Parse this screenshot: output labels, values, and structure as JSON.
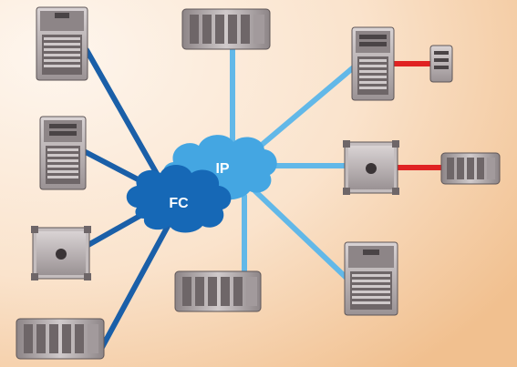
{
  "colors": {
    "background_light": "#fdf0e3",
    "background_warm": "#f2c69b",
    "fc_link": "#1a5fa8",
    "ip_link": "#5ab4e6",
    "direct_link": "#e02222",
    "fc_cloud": "#1769b8",
    "ip_cloud": "#3fa2e0",
    "device_body": "#b9b2b4",
    "device_dark": "#6e6668"
  },
  "clouds": {
    "fc": {
      "label": "FC"
    },
    "ip": {
      "label": "IP"
    }
  },
  "devices": [
    {
      "name": "tower-server",
      "icon": "tower-server-icon",
      "network": "FC"
    },
    {
      "name": "tower-server",
      "icon": "tower-server-icon",
      "network": "FC"
    },
    {
      "name": "mac-pro",
      "icon": "mac-pro-icon",
      "network": "FC"
    },
    {
      "name": "disk-array",
      "icon": "disk-array-icon",
      "network": "FC"
    },
    {
      "name": "disk-array",
      "icon": "disk-array-icon",
      "network": "IP"
    },
    {
      "name": "tower-server",
      "icon": "tower-server-icon",
      "network": "IP"
    },
    {
      "name": "mac-pro",
      "icon": "mac-pro-icon",
      "network": "IP"
    },
    {
      "name": "tower-server",
      "icon": "tower-server-icon",
      "network": "IP"
    },
    {
      "name": "disk-array",
      "icon": "disk-array-icon",
      "network": "IP"
    },
    {
      "name": "tape-drive",
      "icon": "tape-drive-icon",
      "network": "direct"
    },
    {
      "name": "disk-array",
      "icon": "disk-array-icon",
      "network": "direct"
    }
  ]
}
